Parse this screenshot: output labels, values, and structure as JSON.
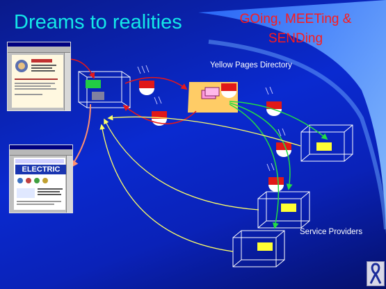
{
  "slide": {
    "title": "Dreams to realities",
    "subtitle_line1": "GOing, MEETing &",
    "subtitle_line2": "SENDing"
  },
  "labels": {
    "directory": "Yellow Pages Directory",
    "providers": "Service Providers"
  },
  "screenshot_electric": {
    "banner_text": "ELECTRIC"
  },
  "colors": {
    "title": "#14e8e8",
    "subtitle": "#ff1a1a",
    "arrow_red": "#e81818",
    "arrow_yellow": "#ffff66",
    "arrow_green": "#22dd44",
    "arrow_salmon": "#ff9070",
    "directory_box": "#ffcc66",
    "server_card": "#ffff33"
  },
  "icons": [
    "browser-screenshot",
    "electric-site-screenshot",
    "wire-box-node",
    "agent-capsule-icon",
    "server-card-icon",
    "ribbon-logo-icon"
  ]
}
